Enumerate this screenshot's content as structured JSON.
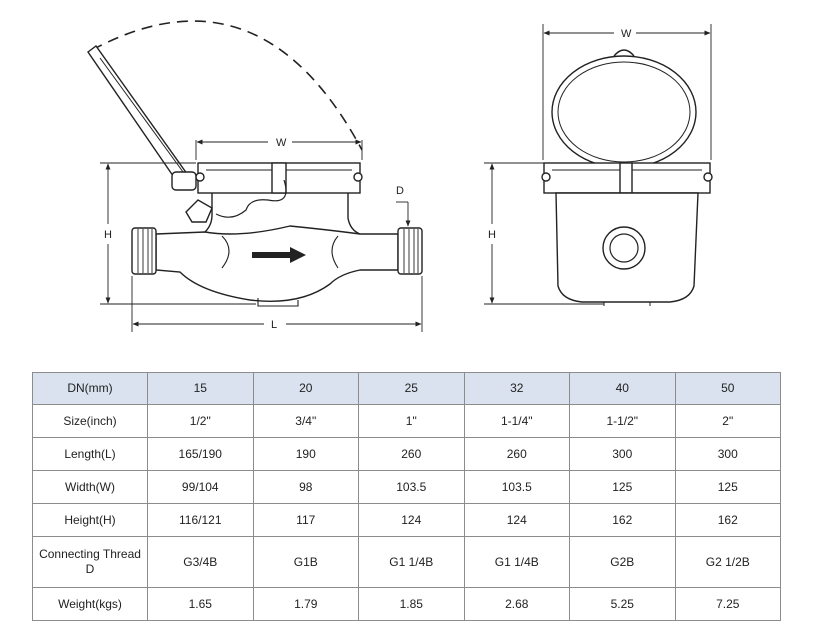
{
  "drawing": {
    "side_view": {
      "width_label": "W",
      "height_label": "H",
      "length_label": "L",
      "thread_label": "D"
    },
    "front_view": {
      "width_label": "W",
      "height_label": "H"
    }
  },
  "table": {
    "header": [
      "DN(mm)",
      "15",
      "20",
      "25",
      "32",
      "40",
      "50"
    ],
    "rows": [
      [
        "Size(inch)",
        "1/2\"",
        "3/4\"",
        "1\"",
        "1-1/4\"",
        "1-1/2\"",
        "2\""
      ],
      [
        "Length(L)",
        "165/190",
        "190",
        "260",
        "260",
        "300",
        "300"
      ],
      [
        "Width(W)",
        "99/104",
        "98",
        "103.5",
        "103.5",
        "125",
        "125"
      ],
      [
        "Height(H)",
        "116/121",
        "117",
        "124",
        "124",
        "162",
        "162"
      ],
      [
        "Connecting Thread D",
        "G3/4B",
        "G1B",
        "G1 1/4B",
        "G1 1/4B",
        "G2B",
        "G2 1/2B"
      ],
      [
        "Weight(kgs)",
        "1.65",
        "1.79",
        "1.85",
        "2.68",
        "5.25",
        "7.25"
      ]
    ]
  }
}
